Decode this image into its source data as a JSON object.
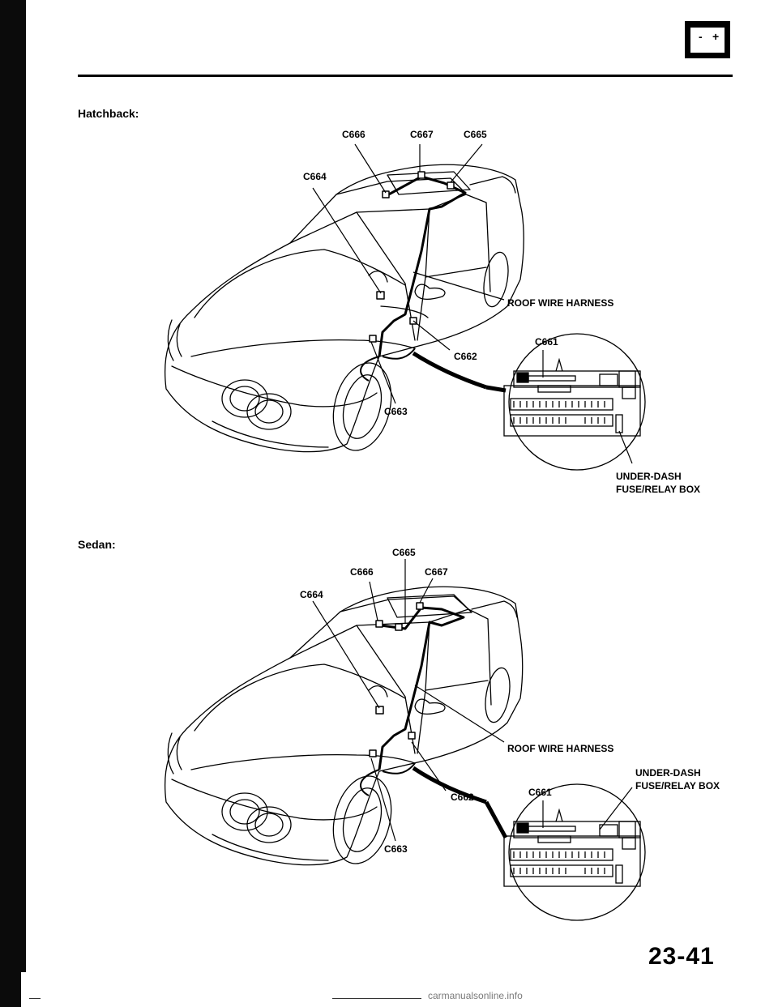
{
  "page": {
    "number": "23-41",
    "watermark": "carmanualsonline.info"
  },
  "icons": {
    "header": "battery-icon",
    "battery_minus": "-",
    "battery_plus": "+"
  },
  "hatchback": {
    "label": "Hatchback:",
    "callouts": {
      "c666": "C666",
      "c667": "C667",
      "c665": "C665",
      "c664": "C664",
      "roof": "ROOF WIRE HARNESS",
      "c661": "C661",
      "c662": "C662",
      "c663": "C663",
      "box1": "UNDER-DASH",
      "box2": "FUSE/RELAY BOX"
    }
  },
  "sedan": {
    "label": "Sedan:",
    "callouts": {
      "c665": "C665",
      "c666": "C666",
      "c667": "C667",
      "c664": "C664",
      "roof": "ROOF WIRE HARNESS",
      "box1": "UNDER-DASH",
      "box2": "FUSE/RELAY BOX",
      "c661": "C661",
      "c662": "C662",
      "c663": "C663"
    }
  }
}
